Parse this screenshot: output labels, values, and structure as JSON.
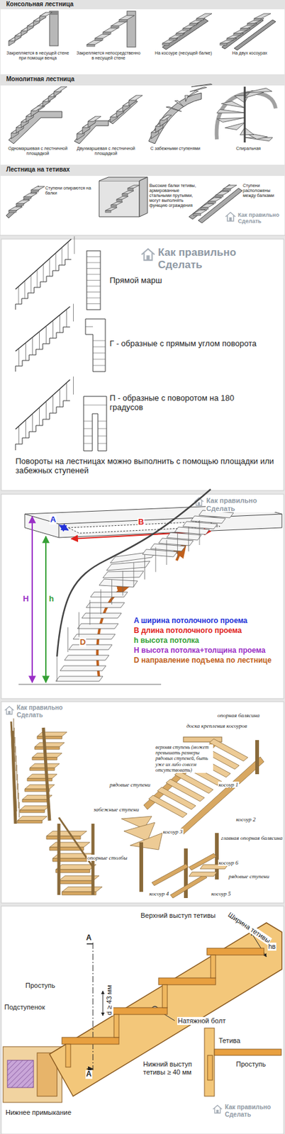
{
  "diagram": {
    "labels": [
      "Консольная лестница",
      "Закрепляется в несущей стене при помощи венца",
      "Закрепляется непосредственно в несущей стене",
      "На косоуре (несущей балке)",
      "На двух косоурах",
      "Монолитная лестница",
      "Одномаршевая с лестничной площадкой",
      "Двухмаршевая с лестничной площадкой",
      "С забежными ступенями",
      "Спиральная",
      "Лестница на тетивах",
      "Ступени опираются на балки",
      "Высокие балки тетивы, армированные стальными прутьями, могут выполнять функцию ограждения",
      "Ступени расположены между балками",
      "Как правильно Сделать",
      "Прямой марш",
      "Г - образные с прямым углом поворота",
      "П - образные с поворотом на 180 градусов",
      "Повороты на лестницах можно выполнить с помощью площадки или забежных ступеней",
      "Как правильно Сделать",
      "Как правильно Сделать",
      "A",
      "B",
      "H",
      "h",
      "D",
      "Как правильно Сделать",
      "опорная балясина",
      "доска крепления косоуров",
      "верхняя ступень (может превышать размеры рядовых ступеней, быть уже их либо совсем отсутствовать)",
      "косоур 1",
      "рядовые ступени",
      "косоур 2",
      "забежные ступени",
      "косоур 3",
      "главная опорная балясина",
      "опорные столбы",
      "косоур 6",
      "косоур 4",
      "косоур 5",
      "рядовые ступени",
      "Как правильно Сделать",
      "Верхний выступ тетивы",
      "Ширина тетивы",
      "hв",
      "A",
      "A",
      "d ≥ 43 мм",
      "Проступь",
      "Подступенок",
      "Натяжной болт",
      "Нижний выступ тетивы ≥ 40 мм",
      "Нижнее примыкание",
      "Тетива",
      "Проступь"
    ],
    "legend": [
      {
        "text": "A ширина потолочного проема",
        "color": "#2432d8"
      },
      {
        "text": "B длина потолочного проема",
        "color": "#e0221b"
      },
      {
        "text": "h высота потолка",
        "color": "#35a035"
      },
      {
        "text": "H высота потолка+толщина проема",
        "color": "#9a2fc6"
      },
      {
        "text": "D направление подъема по лестнице",
        "color": "#c0601c"
      }
    ]
  }
}
